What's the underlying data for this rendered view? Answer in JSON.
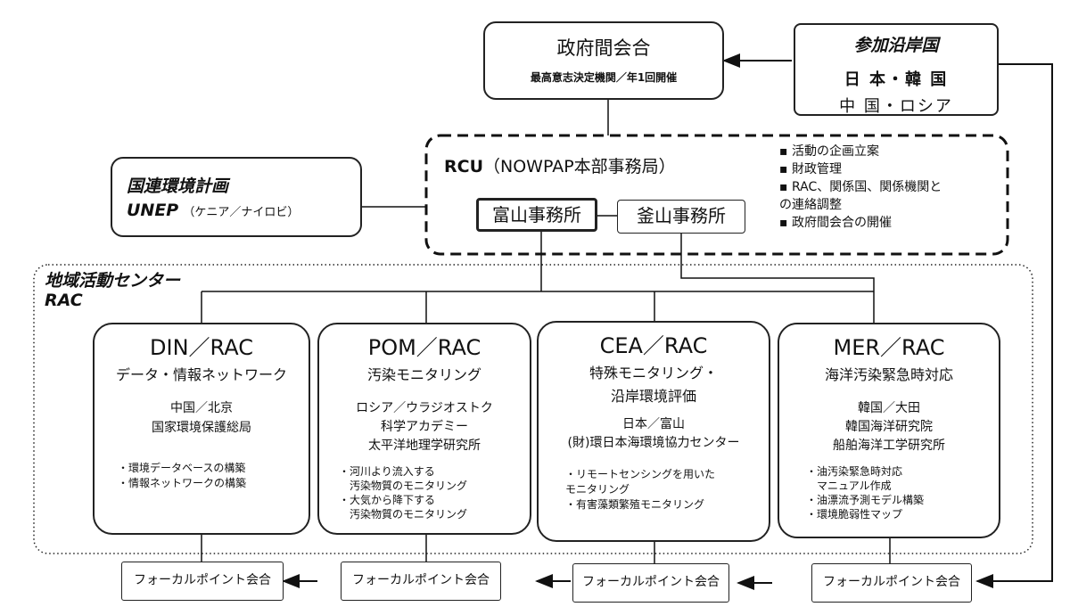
{
  "intergov": {
    "title": "政府間会合",
    "subtitle": "最高意志決定機関／年1回開催"
  },
  "participants": {
    "title": "参加沿岸国",
    "line1": "日 本・韓 国",
    "line2": "中 国・ロシア"
  },
  "unep": {
    "title": "国連環境計画",
    "name": "UNEP",
    "location": "（ケニア／ナイロビ）"
  },
  "rcu": {
    "title_bold": "RCU",
    "title_rest": "（NOWPAP本部事務局）",
    "office_toyama": "富山事務所",
    "office_busan": "釜山事務所",
    "bullets": [
      "活動の企画立案",
      "財政管理",
      "RAC、関係国、関係機関と",
      "の連絡調整",
      "政府間会合の開催"
    ]
  },
  "rac_region": {
    "title": "地域活動センター",
    "subtitle": "RAC"
  },
  "racs": [
    {
      "name": "DIN／RAC",
      "desc": [
        "データ・情報ネットワーク"
      ],
      "org": [
        "中国／北京",
        "国家環境保護総局"
      ],
      "tasks": [
        "・環境データベースの構築",
        "・情報ネットワークの構築"
      ]
    },
    {
      "name": "POM／RAC",
      "desc": [
        "汚染モニタリング"
      ],
      "org": [
        "ロシア／ウラジオストク",
        "科学アカデミー",
        "太平洋地理学研究所"
      ],
      "tasks": [
        "・河川より流入する",
        "　汚染物質のモニタリング",
        "・大気から降下する",
        "　汚染物質のモニタリング"
      ]
    },
    {
      "name": "CEA／RAC",
      "desc": [
        "特殊モニタリング・",
        "沿岸環境評価"
      ],
      "org": [
        "日本／富山",
        "(財)環日本海環境協力センター"
      ],
      "tasks": [
        "・リモートセンシングを用いた",
        "モニタリング",
        "・有害藻類繁殖モニタリング"
      ]
    },
    {
      "name": "MER／RAC",
      "desc": [
        "海洋汚染緊急時対応"
      ],
      "org": [
        "韓国／大田",
        "韓国海洋研究院",
        "船舶海洋工学研究所"
      ],
      "tasks": [
        "・油汚染緊急時対応",
        "　マニュアル作成",
        "・油漂流予測モデル構築",
        "・環境脆弱性マップ"
      ]
    }
  ],
  "focal": [
    "フォーカルポイント会合",
    "フォーカルポイント会合",
    "フォーカルポイント会合",
    "フォーカルポイント会合"
  ]
}
